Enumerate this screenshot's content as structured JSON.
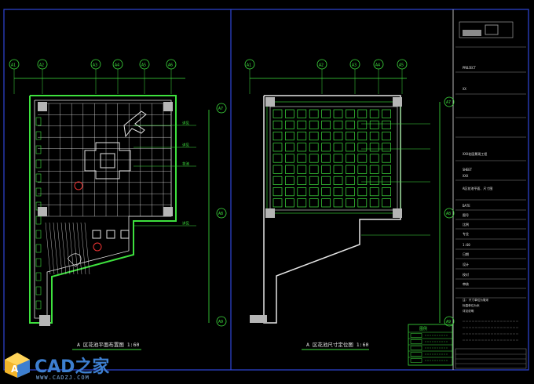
{
  "left_plan": {
    "title": "A 区花池平面布置图 1:60",
    "axis_labels": [
      "A1",
      "A2",
      "A3",
      "A4",
      "A5",
      "A6"
    ],
    "row_labels": [
      "A7",
      "A8",
      "A9"
    ],
    "notes": [
      "详见",
      "详见",
      "花池",
      "详见"
    ]
  },
  "right_plan": {
    "title": "A 区花池尺寸定位图 1:60",
    "axis_labels": [
      "A1",
      "A2",
      "A3",
      "A4",
      "A5"
    ],
    "row_labels": [
      "A7",
      "A8",
      "A9"
    ]
  },
  "title_block": {
    "header": "PROJECT",
    "rows": [
      "XX",
      "XXX花园景观工程",
      "SHEET",
      "XXX",
      "A区花池平面、尺寸图",
      "DATE",
      "图号",
      "比例",
      "专业",
      "1:60",
      "日期",
      "设计",
      "校对",
      "审核"
    ],
    "notes": [
      "注: 尺寸单位为毫米",
      "标高单位为米",
      "详见说明"
    ],
    "legend_title": "图例"
  },
  "watermark": {
    "brand": "CAD之家",
    "url": "WWW.CADZJ.COM"
  },
  "colors": {
    "green": "#3ee13e",
    "white": "#e6e6e6",
    "blue": "#2f45d8",
    "gray": "#b5b5b5"
  }
}
